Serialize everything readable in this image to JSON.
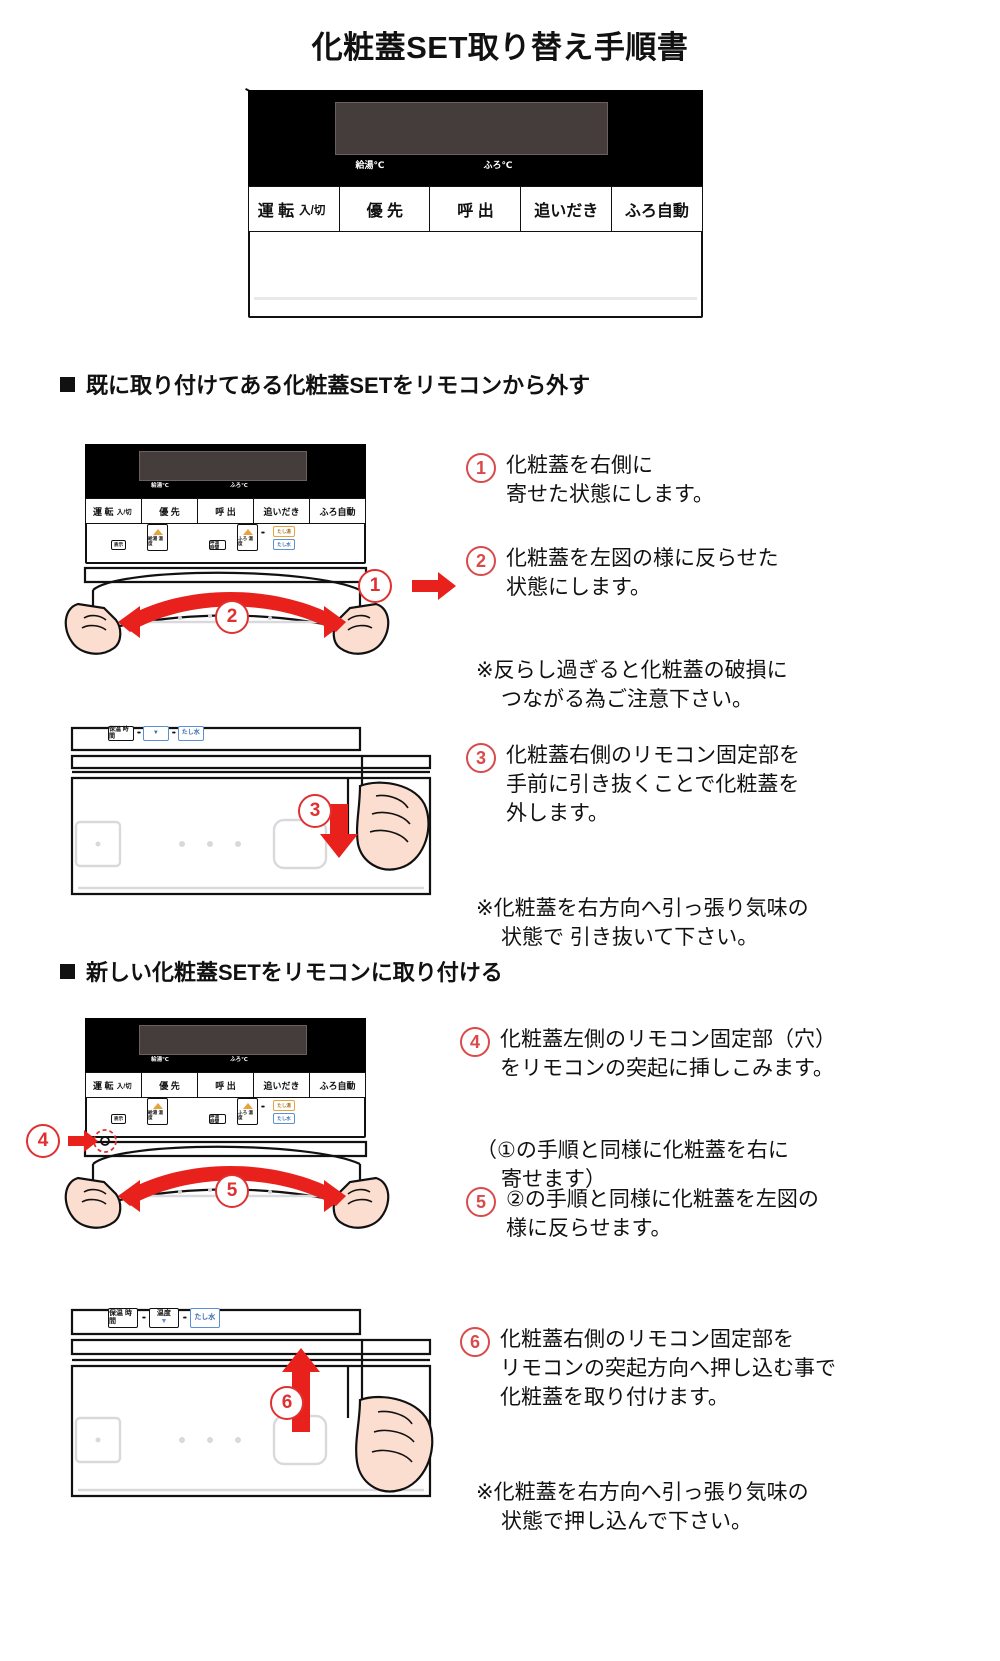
{
  "document": {
    "title": "化粧蓋SET取り替え手順書"
  },
  "remote": {
    "lcd_labels": {
      "left": "給湯℃",
      "right": "ふろ℃"
    },
    "buttons": [
      {
        "main": "運 転",
        "sub": "入/切"
      },
      {
        "main": "優 先",
        "sub": ""
      },
      {
        "main": "呼 出",
        "sub": ""
      },
      {
        "main": "追いだき",
        "sub": ""
      },
      {
        "main": "ふろ自動",
        "sub": ""
      }
    ],
    "sub_controls": {
      "kyuto_ondo": "給湯\n温度",
      "hyoji": "表示",
      "furo_ondo": "ふろ\n温度",
      "tashiyu": "たし湯",
      "tashimizu": "たし水",
      "hoon_jikan": "保温\n時間",
      "yobidashi": "呼温\n時間",
      "ondo": "温度"
    }
  },
  "sections": [
    {
      "id": "remove",
      "heading": "既に取り付けてある化粧蓋SETをリモコンから外す",
      "steps": [
        {
          "number": "1",
          "text": "化粧蓋を右側に\n寄せた状態にします。",
          "note": ""
        },
        {
          "number": "2",
          "text": "化粧蓋を左図の様に反らせた\n状態にします。",
          "note": "※反らし過ぎると化粧蓋の破損に\nつながる為ご注意下さい。"
        },
        {
          "number": "3",
          "text": "化粧蓋右側のリモコン固定部を\n手前に引き抜くことで化粧蓋を\n外します。",
          "note": "※化粧蓋を右方向へ引っ張り気味の\n状態で 引き抜いて下さい。"
        }
      ]
    },
    {
      "id": "attach",
      "heading": "新しい化粧蓋SETをリモコンに取り付ける",
      "steps": [
        {
          "number": "4",
          "text": "化粧蓋左側のリモコン固定部（穴）\nをリモコンの突起に挿しこみます。",
          "note": "（①の手順と同様に化粧蓋を右に\n寄せます）"
        },
        {
          "number": "5",
          "text": "②の手順と同様に化粧蓋を左図の\n様に反らせます。",
          "note": ""
        },
        {
          "number": "6",
          "text": "化粧蓋右側のリモコン固定部を\nリモコンの突起方向へ押し込む事で\n化粧蓋を取り付けます。",
          "note": "※化粧蓋を右方向へ引っ張り気味の\n状態で押し込んで下さい。"
        }
      ]
    }
  ],
  "callouts": {
    "c1": "1",
    "c2": "2",
    "c3": "3",
    "c4": "4",
    "c5": "5",
    "c6": "6"
  },
  "colors": {
    "accent_red": "#e03030",
    "arrow_red": "#e8211c",
    "skin": "#fbded0",
    "panel_black": "#000000",
    "lcd": "#453c3c",
    "orange": "#e8a33d",
    "blue": "#5b8fd6"
  }
}
